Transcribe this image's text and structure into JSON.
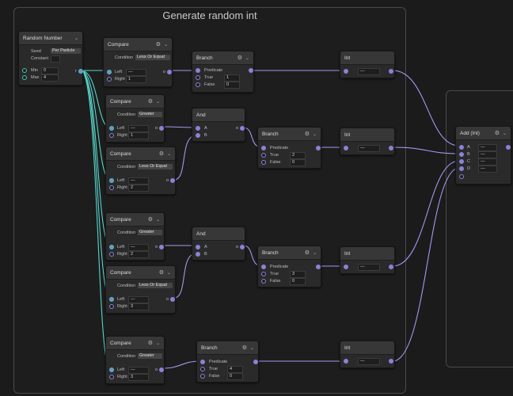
{
  "group": {
    "title": "Generate random int"
  },
  "random": {
    "title": "Random Number",
    "seed_label": "Seed",
    "seed_value": "Per Particle",
    "constant_label": "Constant",
    "min_label": "Min",
    "min_value": "0",
    "max_label": "Max",
    "max_value": "4",
    "out_label": "r"
  },
  "compare1": {
    "title": "Compare",
    "condition_label": "Condition",
    "condition_value": "Less Or Equal",
    "left_label": "Left",
    "left_value": "—",
    "right_label": "Right",
    "right_value": "1"
  },
  "compare2": {
    "title": "Compare",
    "condition_label": "Condition",
    "condition_value": "Greater",
    "left_label": "Left",
    "left_value": "—",
    "right_label": "Right",
    "right_value": "1"
  },
  "compare3": {
    "title": "Compare",
    "condition_label": "Condition",
    "condition_value": "Less Or Equal",
    "left_label": "Left",
    "left_value": "—",
    "right_label": "Right",
    "right_value": "2"
  },
  "compare4": {
    "title": "Compare",
    "condition_label": "Condition",
    "condition_value": "Greater",
    "left_label": "Left",
    "left_value": "—",
    "right_label": "Right",
    "right_value": "2"
  },
  "compare5": {
    "title": "Compare",
    "condition_label": "Condition",
    "condition_value": "Less Or Equal",
    "left_label": "Left",
    "left_value": "—",
    "right_label": "Right",
    "right_value": "3"
  },
  "compare6": {
    "title": "Compare",
    "condition_label": "Condition",
    "condition_value": "Greater",
    "left_label": "Left",
    "left_value": "—",
    "right_label": "Right",
    "right_value": "3"
  },
  "and1": {
    "title": "And",
    "a_label": "A",
    "b_label": "B"
  },
  "and2": {
    "title": "And",
    "a_label": "A",
    "b_label": "B"
  },
  "branch1": {
    "title": "Branch",
    "predicate_label": "Predicate",
    "true_label": "True",
    "true_value": "1",
    "false_label": "False",
    "false_value": "0"
  },
  "branch2": {
    "title": "Branch",
    "predicate_label": "Predicate",
    "true_label": "True",
    "true_value": "2",
    "false_label": "False",
    "false_value": "0"
  },
  "branch3": {
    "title": "Branch",
    "predicate_label": "Predicate",
    "true_label": "True",
    "true_value": "3",
    "false_label": "False",
    "false_value": "0"
  },
  "branch4": {
    "title": "Branch",
    "predicate_label": "Predicate",
    "true_label": "True",
    "true_value": "4",
    "false_label": "False",
    "false_value": "0"
  },
  "int1": {
    "title": "Int",
    "value": "—"
  },
  "int2": {
    "title": "Int",
    "value": "—"
  },
  "int3": {
    "title": "Int",
    "value": "—"
  },
  "int4": {
    "title": "Int",
    "value": "—"
  },
  "add": {
    "title": "Add (Int)",
    "a_label": "A",
    "b_label": "B",
    "c_label": "C",
    "d_label": "D",
    "field_value": "—"
  },
  "colors": {
    "wire_float": "#56d6cb",
    "wire_int": "#a596ee",
    "port": "#8a83d8"
  }
}
